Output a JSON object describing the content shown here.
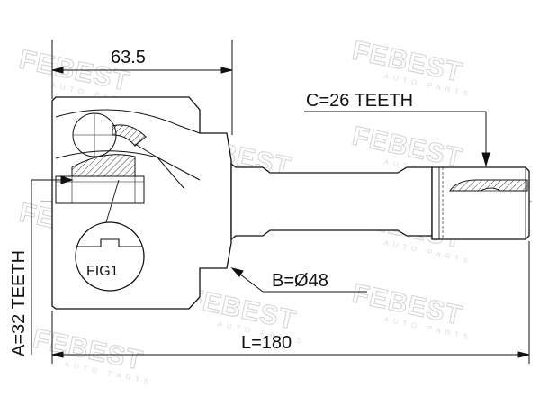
{
  "watermark": {
    "text": "FEBEST",
    "sub": "AUTO PARTS"
  },
  "labels": {
    "dim_top": "63.5",
    "teeth_outer": "C=26 TEETH",
    "diameter": "B=Ø48",
    "length": "L=180",
    "teeth_inner": "A=32 TEETH",
    "fig": "FIG1"
  }
}
